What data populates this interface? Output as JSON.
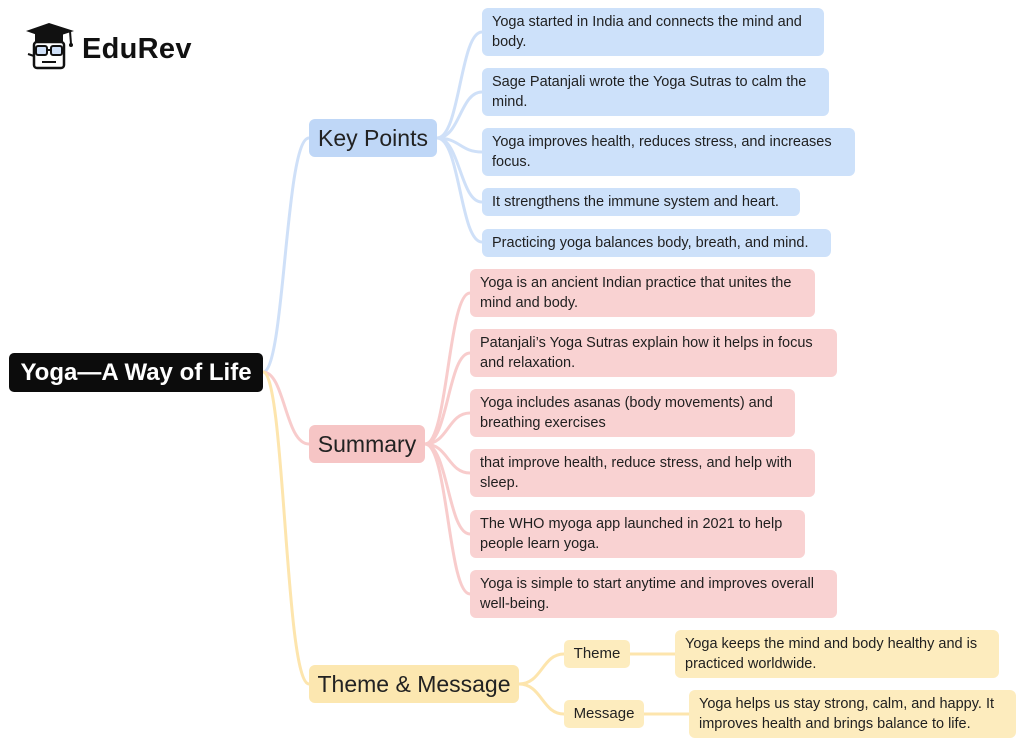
{
  "brand": {
    "name": "EduRev",
    "logo_icon": "graduation-cap-mascot-icon"
  },
  "colors": {
    "key_points": "#bfd7f7",
    "summary": "#f6c5c5",
    "theme_message": "#fce7b0",
    "root": "#0c0c0c"
  },
  "mindmap": {
    "root": "Yoga—A Way of Life",
    "key_points": {
      "label": "Key Points",
      "items": [
        "Yoga started in India and connects the mind and body.",
        "Sage Patanjali wrote the Yoga Sutras to calm the mind.",
        "Yoga improves health, reduces stress, and increases focus.",
        "It strengthens the immune system and heart.",
        "Practicing yoga balances body, breath, and mind."
      ]
    },
    "summary": {
      "label": "Summary",
      "items": [
        "Yoga is an ancient Indian practice that unites the mind and body.",
        "Patanjali’s Yoga Sutras explain how it helps in focus and relaxation.",
        "Yoga includes asanas (body movements) and breathing exercises",
        "that improve health, reduce stress, and help with sleep.",
        "The WHO myoga app launched in 2021 to help people learn yoga.",
        "Yoga is simple to start anytime and improves overall well-being."
      ]
    },
    "theme_message": {
      "label": "Theme & Message",
      "theme": {
        "label": "Theme",
        "text": "Yoga keeps the mind and body healthy and is practiced worldwide."
      },
      "message": {
        "label": "Message",
        "text": "Yoga helps us stay strong, calm, and happy. It improves health and brings balance to life."
      }
    }
  }
}
